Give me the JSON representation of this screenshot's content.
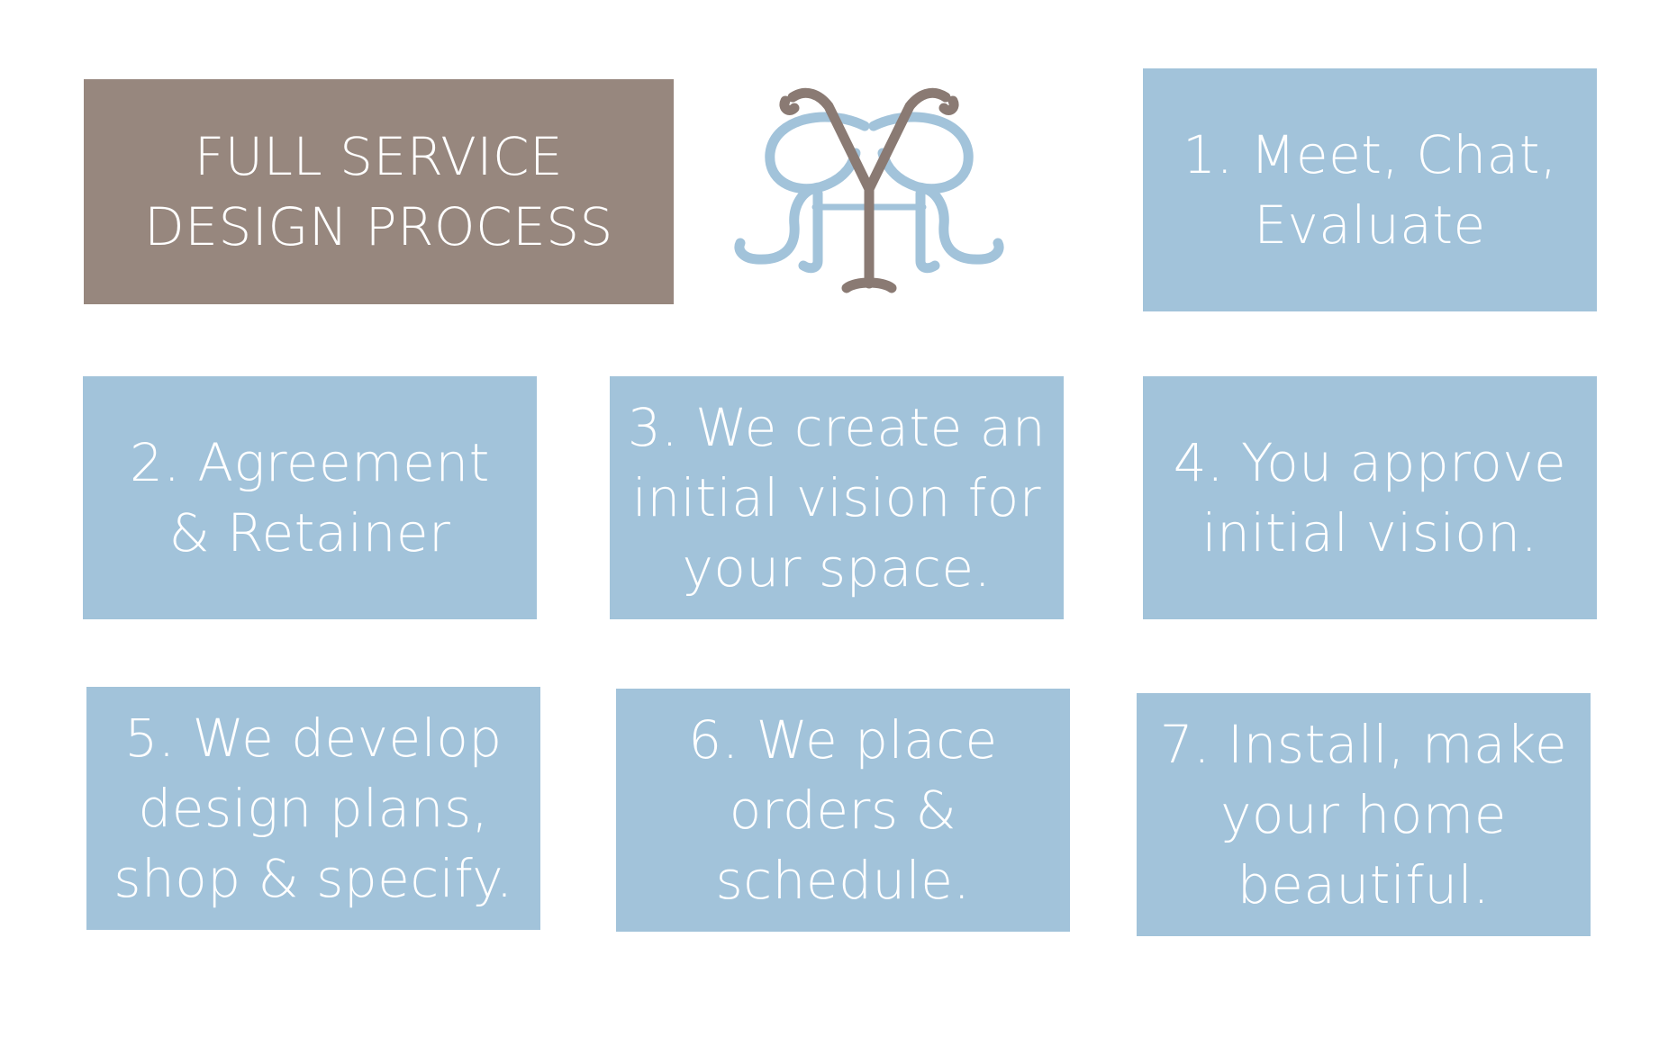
{
  "title": {
    "lines": [
      "FULL SERVICE",
      "DESIGN PROCESS"
    ]
  },
  "logo": {
    "name": "monogram-logo",
    "colors": {
      "blue": "#a2c3da",
      "taupe": "#8a7a73"
    }
  },
  "steps": [
    {
      "lines": [
        "1. Meet, Chat,",
        "Evaluate"
      ]
    },
    {
      "lines": [
        "2. Agreement",
        "& Retainer"
      ]
    },
    {
      "lines": [
        "3. We create an",
        "initial vision for",
        "your space."
      ]
    },
    {
      "lines": [
        "4. You approve",
        "initial vision."
      ]
    },
    {
      "lines": [
        "5. We develop",
        "design plans,",
        "shop & specify."
      ]
    },
    {
      "lines": [
        "6. We place",
        "orders &",
        "schedule."
      ]
    },
    {
      "lines": [
        "7. Install, make",
        "your home",
        "beautiful."
      ]
    }
  ],
  "colors": {
    "step_box": "#a2c3da",
    "title_box": "#97877e",
    "text": "#ffffff"
  }
}
